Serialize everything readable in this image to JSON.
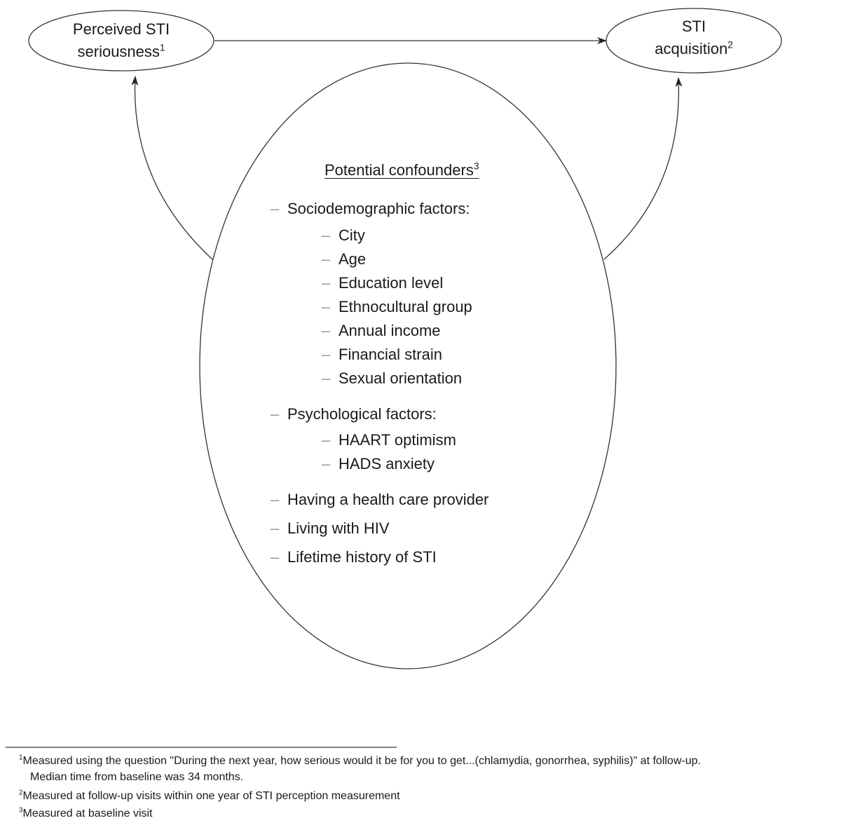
{
  "nodes": {
    "exposure": {
      "line1": "Perceived STI",
      "line2": "seriousness",
      "note": "1"
    },
    "outcome": {
      "line1": "STI",
      "line2": "acquisition",
      "note": "2"
    }
  },
  "confounders": {
    "heading": "Potential confounders",
    "heading_note": "3",
    "groups": [
      {
        "label": "Sociodemographic factors:",
        "items": [
          "City",
          "Age",
          "Education level",
          "Ethnocultural group",
          "Annual income",
          "Financial strain",
          "Sexual orientation"
        ]
      },
      {
        "label": "Psychological factors:",
        "items": [
          "HAART optimism",
          "HADS anxiety"
        ]
      },
      {
        "label": "Having a health care provider",
        "items": []
      },
      {
        "label": "Living with HIV",
        "items": []
      },
      {
        "label": "Lifetime history of STI",
        "items": []
      }
    ]
  },
  "footnotes": [
    {
      "mark": "1",
      "text": "Measured using the question \"During the next year, how serious would it be for you to get...(chlamydia, gonorrhea, syphilis)\" at follow-up.",
      "continuation": "Median time from baseline was 34 months."
    },
    {
      "mark": "2",
      "text": "Measured at follow-up visits within one year of STI perception measurement"
    },
    {
      "mark": "3",
      "text": "Measured at baseline visit"
    }
  ],
  "colors": {
    "line": "#333333",
    "text": "#1a1a1a",
    "dash": "#999999"
  }
}
